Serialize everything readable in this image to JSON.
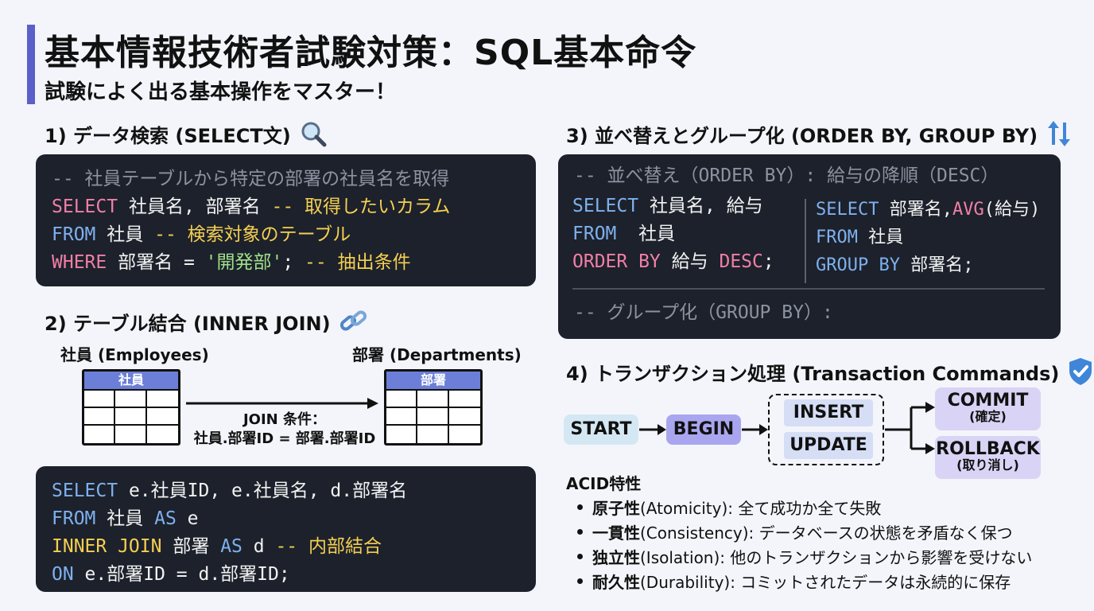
{
  "header": {
    "title": "基本情報技術者試験対策：SQL基本命令",
    "subtitle": "試験によく出る基本操作をマスター！"
  },
  "sections": {
    "s1": {
      "title": "1) データ検索 (SELECT文)",
      "icon": "magnifier-icon",
      "code": {
        "l1_comment": "-- 社員テーブルから特定の部署の社員名を取得",
        "l2_kw": "SELECT",
        "l2_text": " 社員名, 部署名 ",
        "l2_comment": "-- 取得したいカラム",
        "l3_kw": "FROM",
        "l3_text": " 社員 ",
        "l3_comment": "-- 検索対象のテーブル",
        "l4_kw": "WHERE",
        "l4_text": " 部署名 = ",
        "l4_str": "'開発部'",
        "l4_text2": "; ",
        "l4_comment": "-- 抽出条件"
      }
    },
    "s2": {
      "title": "2) テーブル結合 (INNER JOIN)",
      "icon": "link-icon",
      "left_label": "社員 (Employees)",
      "left_table": "社員",
      "right_label": "部署 (Departments)",
      "right_table": "部署",
      "join_label_1": "JOIN 条件：",
      "join_label_2": "社員.部署ID = 部署.部署ID",
      "code": {
        "l1_kw": "SELECT",
        "l1_text": " e.社員ID, e.社員名, d.部署名",
        "l2_kw": "FROM",
        "l2_text": " 社員 ",
        "l2_kw2": "AS",
        "l2_text2": " e",
        "l3_kw": "INNER JOIN",
        "l3_text": " 部署 ",
        "l3_kw2": "AS",
        "l3_text2": " d ",
        "l3_comment": "-- 内部結合",
        "l4_kw": "ON",
        "l4_text": " e.部署ID = d.部署ID;"
      }
    },
    "s3": {
      "title": "3) 並べ替えとグループ化 (ORDER BY, GROUP BY)",
      "icon": "sort-arrows-icon",
      "code": {
        "comment_top": "-- 並べ替え（ORDER BY）: 給与の降順（DESC）",
        "left_l1_kw": "SELECT",
        "left_l1_text": " 社員名, 給与",
        "left_l2_kw": "FROM",
        "left_l2_text": "  社員",
        "left_l3_kw": "ORDER BY",
        "left_l3_text": " 給与 ",
        "left_l3_kw2": "DESC",
        "left_l3_text2": ";",
        "right_l1_kw": "SELECT",
        "right_l1_text": " 部署名,",
        "right_l1_fn": "AVG",
        "right_l1_text2": "(給与)",
        "right_l2_kw": "FROM",
        "right_l2_text": " 社員",
        "right_l3_kw": "GROUP BY",
        "right_l3_text": " 部署名;",
        "comment_bottom": "-- グループ化（GROUP BY）:"
      }
    },
    "s4": {
      "title": "4) トランザクション処理 (Transaction Commands)",
      "icon": "shield-check-icon",
      "flow": {
        "start": "START",
        "begin": "BEGIN",
        "insert": "INSERT",
        "update": "UPDATE",
        "commit": "COMMIT",
        "commit_sub": "(確定)",
        "rollback": "ROLLBACK",
        "rollback_sub": "(取り消し)"
      },
      "acid_title": "ACID特性",
      "acid": [
        {
          "term": "原子性",
          "desc": " (Atomicity): 全て成功か全て失敗"
        },
        {
          "term": "一貫性",
          "desc": " (Consistency): データベースの状態を矛盾なく保つ"
        },
        {
          "term": "独立性",
          "desc": " (Isolation): 他のトランザクションから影響を受けない"
        },
        {
          "term": "耐久性",
          "desc": " (Durability): コミットされたデータは永続的に保存"
        }
      ]
    }
  },
  "colors": {
    "accent": "#5b5fc7",
    "code_bg": "#1c212b",
    "keyword_pink": "#f07fa6",
    "keyword_blue": "#7fb0ee",
    "comment_yellow": "#f5cf52",
    "string_green": "#9fe08a",
    "start_pill": "#d4e8f3",
    "begin_pill": "#a9a6ef",
    "op_pill": "#d6def6",
    "result_pill": "#d9d4f5"
  }
}
